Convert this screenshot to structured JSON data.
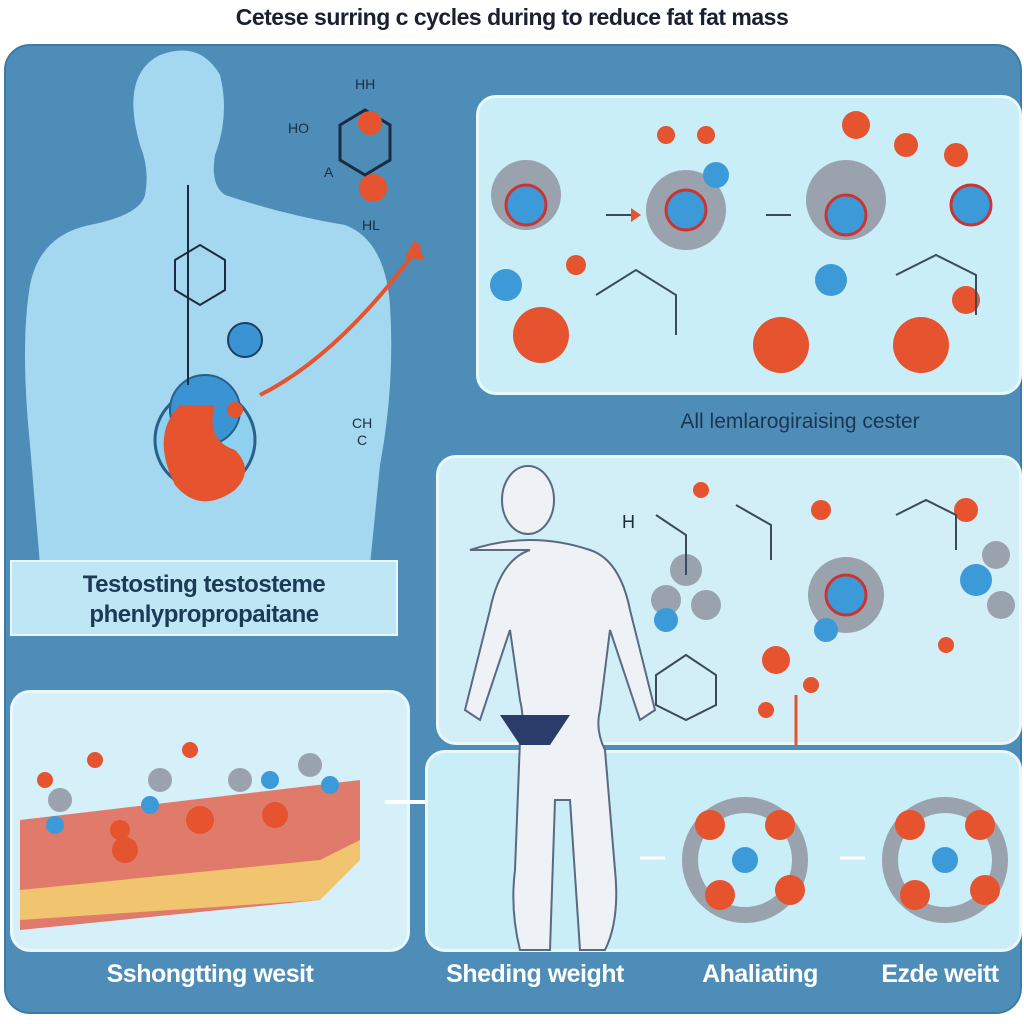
{
  "title": "Cetese surring c cycles during to reduce fat fat mass",
  "top_right_caption": "All lemlarogiraising cester",
  "label_box": {
    "line1": "Testosting testosteme",
    "line2": "phenlypropropaitane"
  },
  "bottom_labels": [
    "Sshongtting wesit",
    "Sheding weight",
    "Ahaliating",
    "Ezde weitt"
  ],
  "chem_labels": {
    "hh": "HH",
    "ho": "HO",
    "a": "A",
    "hl": "HL",
    "ch": "CH",
    "c": "C",
    "h": "H"
  },
  "colors": {
    "background": "#4e8db8",
    "panel": "#c9eef7",
    "atom_red": "#e5532f",
    "atom_blue": "#3d9ad8",
    "atom_grey": "#9aa3ad"
  }
}
